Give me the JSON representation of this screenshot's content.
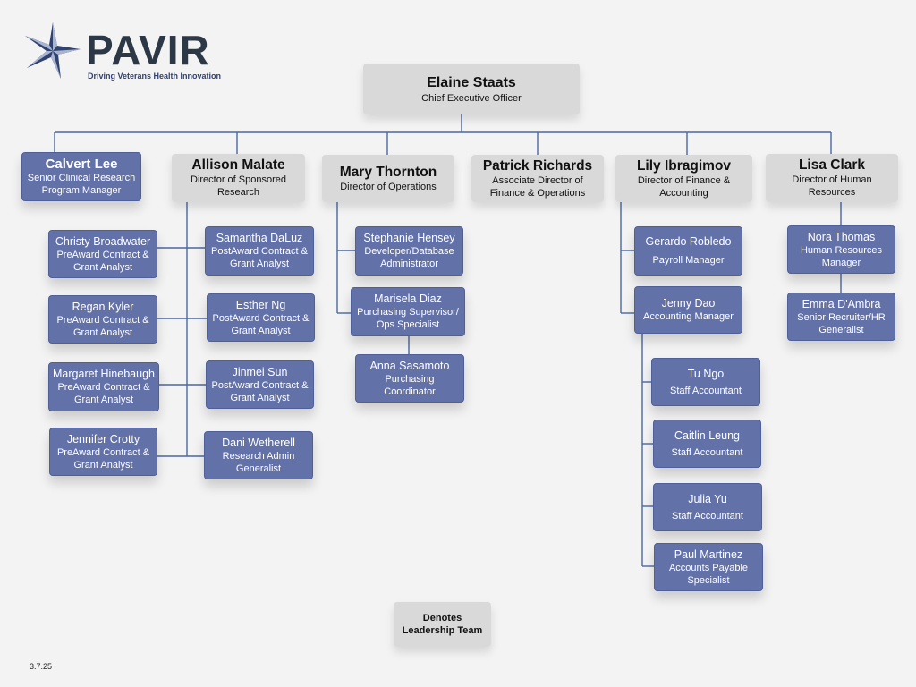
{
  "brand": {
    "name": "PAVIR",
    "tagline": "Driving Veterans Health Innovation",
    "star_color": "#2f4270"
  },
  "colors": {
    "team": "#6271a8",
    "leadership": "#d9d9d9",
    "line": "#4a68a0"
  },
  "ceo": {
    "name": "Elaine Staats",
    "title": "Chief Executive Officer"
  },
  "leaders": {
    "calvert": {
      "name": "Calvert Lee",
      "title": "Senior Clinical Research Program Manager"
    },
    "allison": {
      "name": "Allison Malate",
      "title": "Director of Sponsored Research"
    },
    "mary": {
      "name": "Mary Thornton",
      "title": "Director of Operations"
    },
    "patrick": {
      "name": "Patrick Richards",
      "title": "Associate Director of Finance & Operations"
    },
    "lily": {
      "name": "Lily Ibragimov",
      "title": "Director of Finance & Accounting"
    },
    "lisa": {
      "name": "Lisa Clark",
      "title": "Director of Human Resources"
    }
  },
  "sponsored": {
    "christy": {
      "name": "Christy Broadwater",
      "title": "PreAward Contract & Grant Analyst"
    },
    "regan": {
      "name": "Regan Kyler",
      "title": "PreAward Contract & Grant Analyst"
    },
    "margaret": {
      "name": "Margaret Hinebaugh",
      "title": "PreAward Contract & Grant Analyst"
    },
    "jennifer": {
      "name": "Jennifer Crotty",
      "title": "PreAward Contract & Grant Analyst"
    },
    "samantha": {
      "name": "Samantha DaLuz",
      "title": "PostAward Contract & Grant Analyst"
    },
    "esther": {
      "name": "Esther Ng",
      "title": "PostAward Contract & Grant Analyst"
    },
    "jinmei": {
      "name": "Jinmei Sun",
      "title": "PostAward Contract & Grant Analyst"
    },
    "dani": {
      "name": "Dani Wetherell",
      "title": "Research Admin Generalist"
    }
  },
  "operations": {
    "stephanie": {
      "name": "Stephanie Hensey",
      "title": "Developer/Database Administrator"
    },
    "marisela": {
      "name": "Marisela Diaz",
      "title": "Purchasing Supervisor/ Ops Specialist"
    },
    "anna": {
      "name": "Anna Sasamoto",
      "title": "Purchasing Coordinator"
    }
  },
  "finance": {
    "gerardo": {
      "name": "Gerardo Robledo",
      "title": "Payroll Manager"
    },
    "jenny": {
      "name": "Jenny Dao",
      "title": "Accounting Manager"
    },
    "tu": {
      "name": "Tu Ngo",
      "title": "Staff Accountant"
    },
    "caitlin": {
      "name": "Caitlin Leung",
      "title": "Staff Accountant"
    },
    "julia": {
      "name": "Julia Yu",
      "title": "Staff Accountant"
    },
    "paul": {
      "name": "Paul Martinez",
      "title": "Accounts Payable Specialist"
    }
  },
  "hr": {
    "nora": {
      "name": "Nora Thomas",
      "title": "Human Resources Manager"
    },
    "emma": {
      "name": "Emma D'Ambra",
      "title": "Senior Recruiter/HR Generalist"
    }
  },
  "legend": {
    "label": "Denotes Leadership Team"
  },
  "footer": {
    "date": "3.7.25"
  }
}
